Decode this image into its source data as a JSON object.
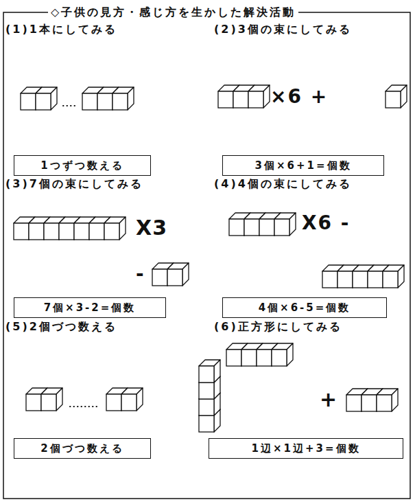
{
  "diagram": {
    "title": "◇子供の見方・感じ方を生かした解決活動",
    "nodes": [
      {
        "text": [
          "1つずつ数える"
        ]
      },
      {
        "text": [
          "3個×6+1=個数"
        ]
      },
      {
        "text": [
          "7個×3-2=個数"
        ]
      },
      {
        "text": [
          "4個×6-5=個数"
        ]
      },
      {
        "text": [
          "2個づつ数える"
        ]
      },
      {
        "text": [
          "1辺×1辺+3=個数"
        ]
      }
    ],
    "labels": [
      "(1)1本にしてみる",
      "(2)3個の束にしてみる",
      "×6 +",
      "(3)7個の束にしてみる",
      "(4)4個の束にしてみる",
      "X3",
      "X6 -",
      "-",
      "(5)2個づつ数える",
      "(6)正方形にしてみる",
      "+"
    ]
  }
}
